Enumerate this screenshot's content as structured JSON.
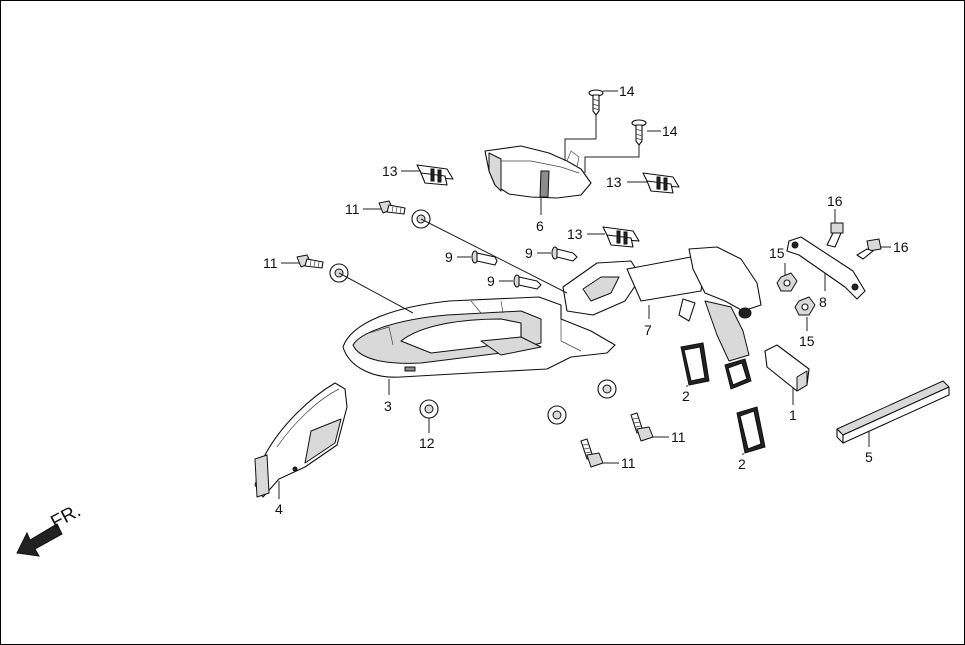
{
  "direction": {
    "label": "FR.",
    "icon": "front-direction-arrow-icon"
  },
  "callouts": [
    {
      "id": "c14a",
      "text": "14"
    },
    {
      "id": "c14b",
      "text": "14"
    },
    {
      "id": "c13a",
      "text": "13"
    },
    {
      "id": "c13b",
      "text": "13"
    },
    {
      "id": "c13c",
      "text": "13"
    },
    {
      "id": "c6",
      "text": "6"
    },
    {
      "id": "c11a",
      "text": "11"
    },
    {
      "id": "c11b",
      "text": "11"
    },
    {
      "id": "c11c",
      "text": "11"
    },
    {
      "id": "c11d",
      "text": "11"
    },
    {
      "id": "c9a",
      "text": "9"
    },
    {
      "id": "c9b",
      "text": "9"
    },
    {
      "id": "c9c",
      "text": "9"
    },
    {
      "id": "c16a",
      "text": "16"
    },
    {
      "id": "c16b",
      "text": "16"
    },
    {
      "id": "c15a",
      "text": "15"
    },
    {
      "id": "c15b",
      "text": "15"
    },
    {
      "id": "c8",
      "text": "8"
    },
    {
      "id": "c7",
      "text": "7"
    },
    {
      "id": "c3",
      "text": "3"
    },
    {
      "id": "c2a",
      "text": "2"
    },
    {
      "id": "c2b",
      "text": "2"
    },
    {
      "id": "c1",
      "text": "1"
    },
    {
      "id": "c12",
      "text": "12"
    },
    {
      "id": "c4",
      "text": "4"
    },
    {
      "id": "c5",
      "text": "5"
    }
  ]
}
